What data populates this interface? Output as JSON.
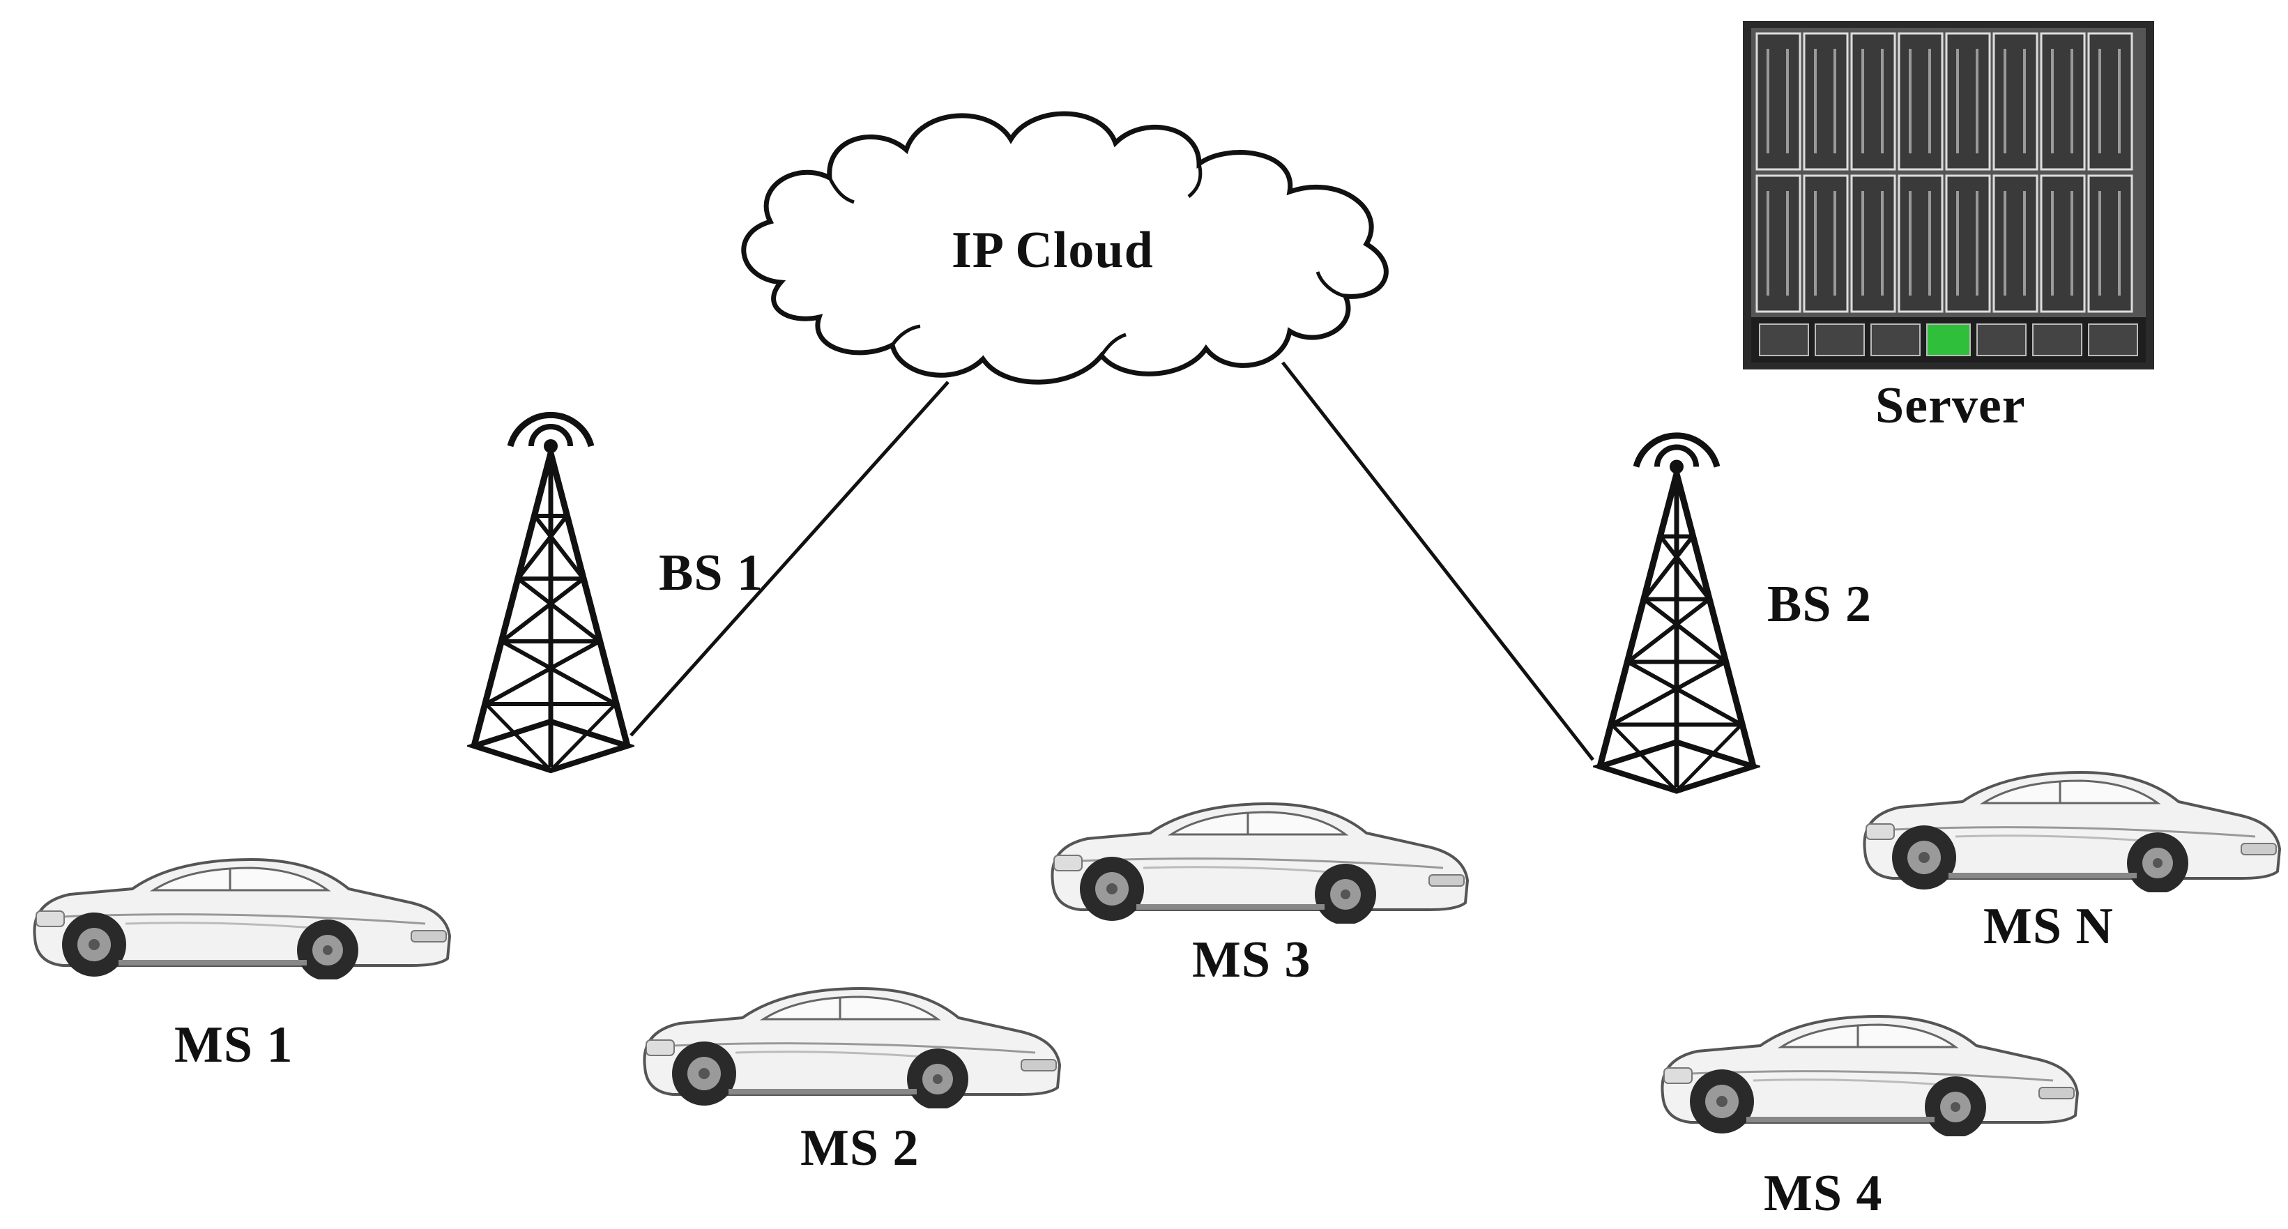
{
  "labels": {
    "cloud": "IP Cloud",
    "server": "Server",
    "bs1": "BS 1",
    "bs2": "BS 2",
    "ms1": "MS 1",
    "ms2": "MS 2",
    "ms3": "MS 3",
    "ms4": "MS 4",
    "msn": "MS N"
  },
  "colors": {
    "line": "#111111",
    "rack": "#4a4a4a",
    "rack_dark": "#1e1e1e",
    "display": "#2fbf3a",
    "car_body": "#f2f2f2",
    "car_outline": "#555555"
  }
}
